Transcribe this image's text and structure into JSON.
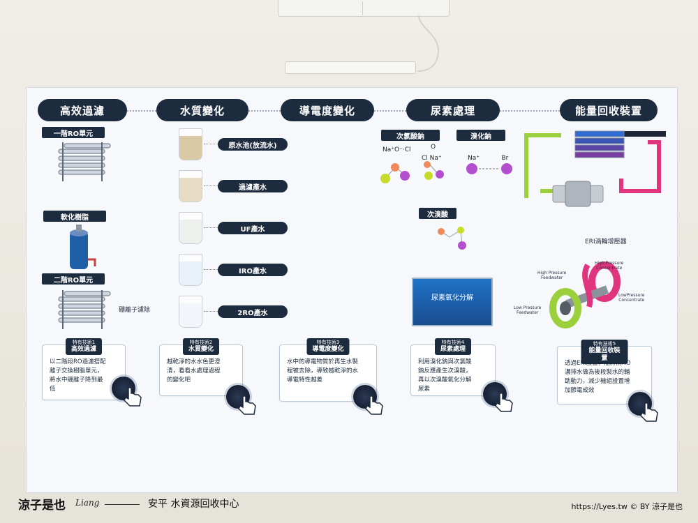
{
  "stages": [
    "高效過濾",
    "水質變化",
    "導電度變化",
    "尿素處理",
    "能量回收裝置"
  ],
  "ro_labels": {
    "first": "一階RO單元",
    "softener": "軟化樹脂",
    "second": "二階RO單元",
    "boron": "硼離子濾除"
  },
  "glasses": [
    "原水池(放流水)",
    "過濾產水",
    "UF產水",
    "IRO產水",
    "2RO產水"
  ],
  "urea": {
    "hypochlorite": "次氯酸鈉",
    "bromide": "溴化鈉",
    "hypochlorite_formula": "Na⁺O⁻·Cl",
    "hypochlorite_o": "O",
    "hypochlorite_ions": "Cl   Na⁺",
    "bromide_ions": "Na⁺           Br",
    "hypobromous": "次溴酸",
    "reactor_label": "尿素氧化分解"
  },
  "eri": {
    "title": "ERI渦輪增壓器",
    "hp_feed": "High Pressure\nFeedwater",
    "hp_conc": "High Pressure\nConcentrate",
    "lp_feed": "Low Pressure\nFeedwater",
    "lp_conc": "LowPressure\nConcentrate"
  },
  "cards": [
    {
      "tag": "特有技術1",
      "title": "高效過濾",
      "body": "以二階段RO過濾搭配離子交換樹脂單元，將水中硼離子降到最低"
    },
    {
      "tag": "特有技術2",
      "title": "水質變化",
      "body": "越乾淨的水水色更澄清，看看水處理過程的變化吧"
    },
    {
      "tag": "特有技術3",
      "title": "導電度變化",
      "body": "水中的導電物質於再生水製程被去除，導致越乾淨的水導電特性越差"
    },
    {
      "tag": "特有技術4",
      "title": "尿素處理",
      "body": "利用溴化鈉與次氯酸鈉反應產生次溴酸，再以次溴酸氧化分解尿素"
    },
    {
      "tag": "特有技術5",
      "title": "能量回收裝置",
      "body": "透過ERI設置，能將前RO濃排水做為後段製水的輔助動力，減少機組設置增加節電成效"
    }
  ],
  "footer": {
    "logo": "涼子是也",
    "logo_script": "Liang",
    "place": "安平 水資源回收中心",
    "credit": "https://Lyes.tw © BY 涼子是也"
  },
  "colors": {
    "navy": "#1d2b3e",
    "green": "#9ccf3c",
    "magenta": "#e0347e",
    "blue": "#2f6bd2",
    "purple": "#b64bd0"
  }
}
